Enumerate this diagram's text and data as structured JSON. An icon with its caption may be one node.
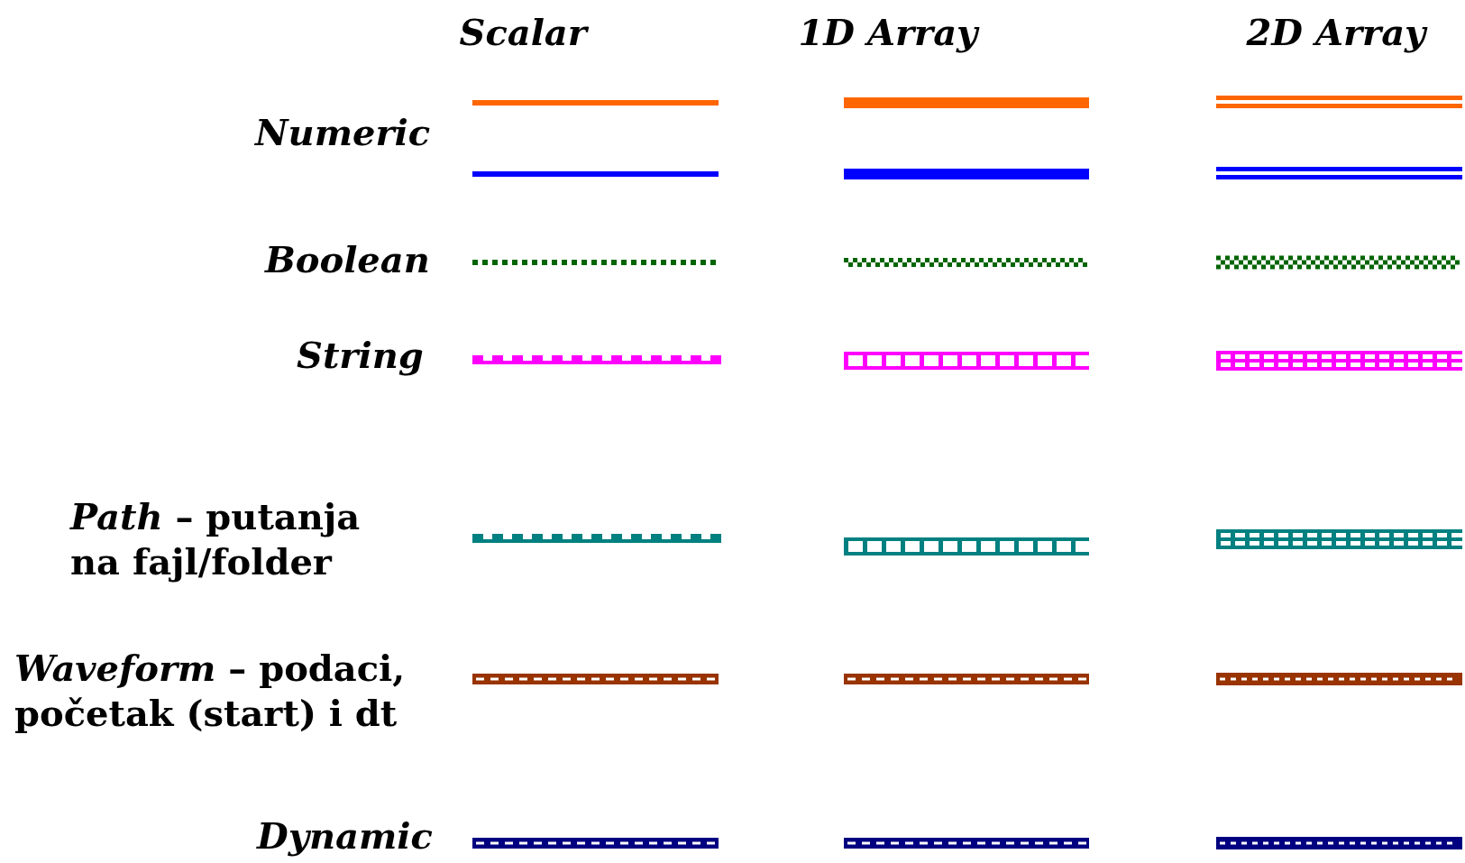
{
  "diagram": {
    "labels": [
      "Scalar",
      "1D Array",
      "2D Array",
      "Numeric",
      "Boolean",
      "String",
      "*Path* – putanja na fajl/folder",
      "*Waveform* – podaci, početak (start) i dt",
      "Dynamic"
    ]
  }
}
